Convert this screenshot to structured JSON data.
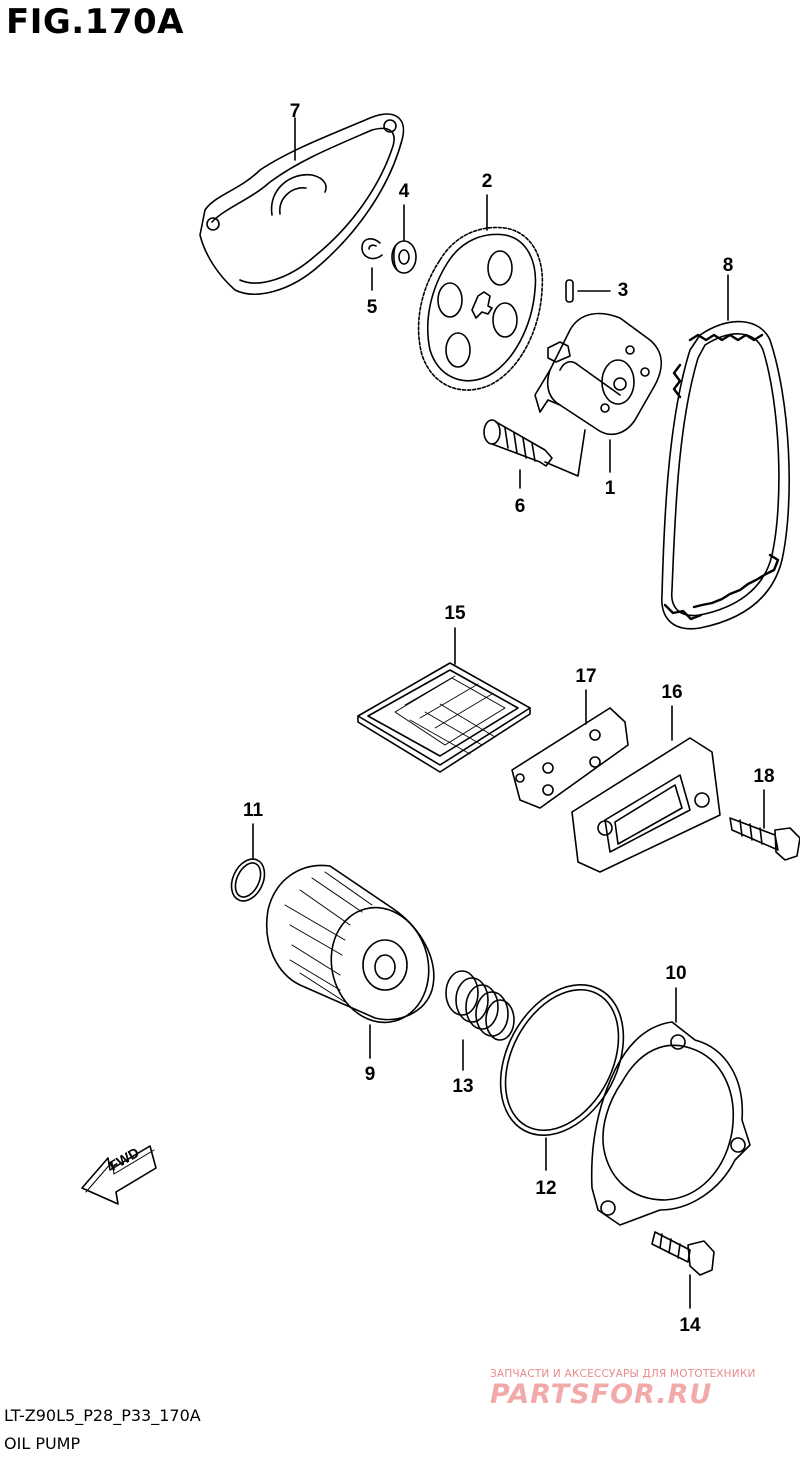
{
  "figure": {
    "title": "FIG.170A",
    "code": "LT-Z90L5_P28_P33_170A",
    "name": "OIL PUMP"
  },
  "callouts": {
    "c1": "1",
    "c2": "2",
    "c3": "3",
    "c4": "4",
    "c5": "5",
    "c6": "6",
    "c7": "7",
    "c8": "8",
    "c9": "9",
    "c10": "10",
    "c11": "11",
    "c12": "12",
    "c13": "13",
    "c14": "14",
    "c15": "15",
    "c16": "16",
    "c17": "17",
    "c18": "18"
  },
  "direction_arrow": {
    "label": "FWD"
  },
  "watermark": {
    "tagline": "ЗАПЧАСТИ И АКСЕССУАРЫ ДЛЯ МОТОТЕХНИКИ",
    "logo": "PARTSFOR.RU",
    "color": "#f2a9a9"
  }
}
